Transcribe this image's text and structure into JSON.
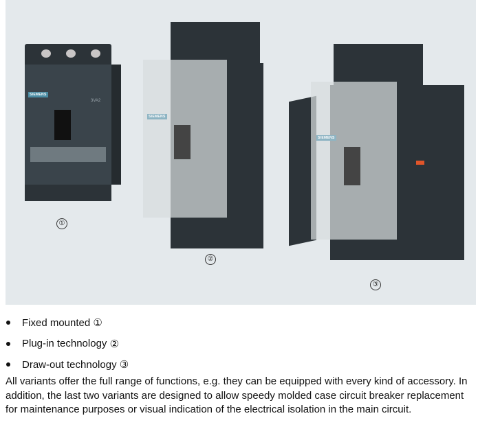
{
  "figure": {
    "brand_label": "SIEMENS",
    "model_label": "3VA2",
    "callouts": [
      "①",
      "②",
      "③"
    ]
  },
  "bullets": [
    {
      "text": "Fixed mounted",
      "ref": "①"
    },
    {
      "text": "Plug-in technology",
      "ref": "②"
    },
    {
      "text": "Draw-out technology",
      "ref": "③"
    }
  ],
  "paragraph": "All variants offer the full range of functions, e.g. they can be equipped with every kind of accessory. In addition, the last two variants are designed to allow speedy molded case circuit breaker replacement for maintenance purposes or visual indication of the electrical isolation in the main circuit."
}
